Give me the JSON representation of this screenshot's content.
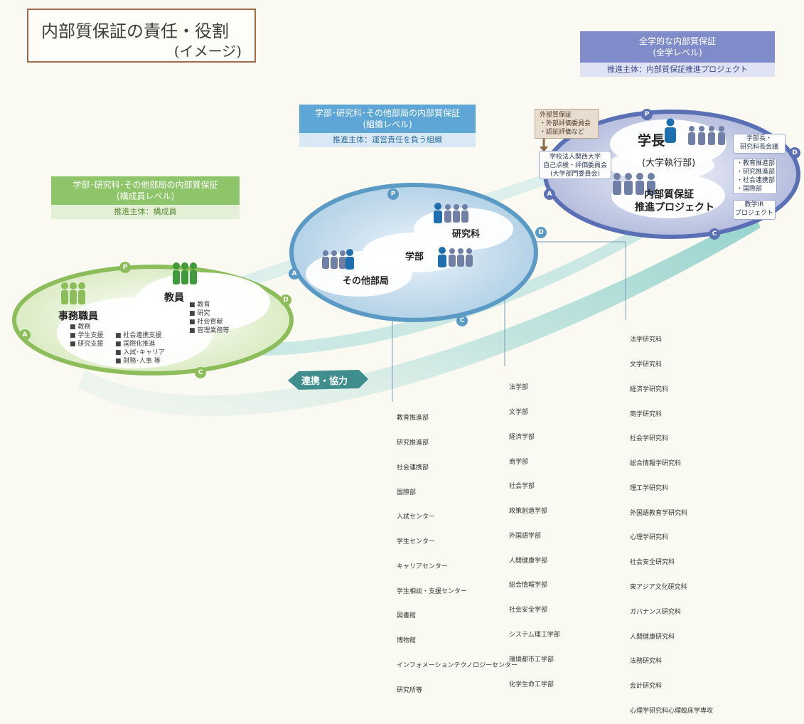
{
  "title": {
    "line1": "内部質保証の責任・役割",
    "line2": "(イメージ)"
  },
  "university": {
    "header_line1": "全学的な内部質保証",
    "header_line2": "(全学レベル)",
    "subheader": "推進主体：内部質保証推進プロジェクト",
    "external_title": "外部質保証",
    "external_items": [
      "・外部評価委員会",
      "・認証評価など"
    ],
    "committee_lines": [
      "学校法人関西大学",
      "自己点検・評価委員会",
      "(大学部門委員会)"
    ],
    "president_label": "学長",
    "executive_label": "(大学執行部)",
    "project_line1": "内部質保証",
    "project_line2": "推進プロジェクト",
    "council_lines": [
      "学部長・",
      "研究科長会議"
    ],
    "departments": [
      "・教育推進部",
      "・研究推進部",
      "・社会連携部",
      "・国際部"
    ],
    "ir_lines": [
      "教学IR",
      "プロジェクト"
    ]
  },
  "organization": {
    "header_line1": "学部･研究科･その他部局の内部質保証",
    "header_line2": "(組織レベル)",
    "subheader": "推進主体：運営責任を負う組織",
    "graduate_label": "研究科",
    "faculty_label": "学部",
    "other_label": "その他部局"
  },
  "member": {
    "header_line1": "学部･研究科･その他部局の内部質保証",
    "header_line2": "(構成員レベル)",
    "subheader": "推進主体：構成員",
    "faculty_label": "教員",
    "faculty_duties": [
      "■ 教育",
      "■ 研究",
      "■ 社会貢献",
      "■ 管理業務等"
    ],
    "staff_label": "事務職員",
    "staff_duties_left": [
      "■ 教務",
      "■ 学生支援",
      "■ 研究支援"
    ],
    "staff_duties_right": [
      "■ 社会連携支援",
      "■ 国際化推進",
      "■ 入試･キャリア",
      "■ 財務･人事 等"
    ]
  },
  "cooperation_label": "連携・協力",
  "pdca": {
    "p": "P",
    "d": "D",
    "c": "C",
    "a": "A"
  },
  "lists": {
    "other_depts": [
      "教育推進部",
      "研究推進部",
      "社会連携部",
      "国際部",
      "入試センター",
      "学生センター",
      "キャリアセンター",
      "学生相談・支援センター",
      "図書館",
      "博物館",
      "インフォメーションテクノロジーセンター",
      "研究所等"
    ],
    "faculties": [
      "法学部",
      "文学部",
      "経済学部",
      "商学部",
      "社会学部",
      "政策創造学部",
      "外国語学部",
      "人間健康学部",
      "総合情報学部",
      "社会安全学部",
      "システム理工学部",
      "環境都市工学部",
      "化学生命工学部"
    ],
    "graduate_schools": [
      "法学研究科",
      "文学研究科",
      "経済学研究科",
      "商学研究科",
      "社会学研究科",
      "総合情報学研究科",
      "理工学研究科",
      "外国語教育学研究科",
      "心理学研究科",
      "社会安全研究科",
      "東アジア文化研究科",
      "ガバナンス研究科",
      "人間健康研究科",
      "法務研究科",
      "会計研究科",
      "心理学研究科心理臨床学専攻"
    ]
  },
  "colors": {
    "green": "#8cbd5a",
    "blue": "#5a9ac4",
    "purple": "#5b6fb5",
    "teal": "#6cc3c0",
    "brown": "#a06b47"
  }
}
